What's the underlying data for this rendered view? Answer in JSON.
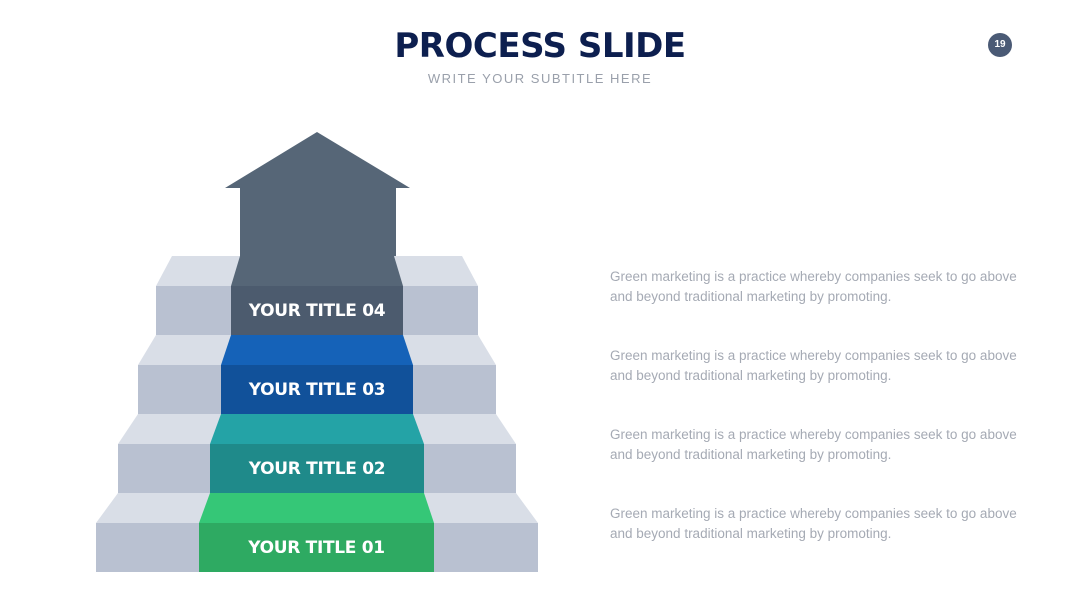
{
  "slide": {
    "title": "PROCESS SLIDE",
    "subtitle": "WRITE YOUR SUBTITLE HERE",
    "page_number": "19"
  },
  "steps": [
    {
      "label": "YOUR TITLE 01",
      "color_front": "#2eaa62",
      "color_top": "#35c777",
      "description": "Green marketing is a practice whereby companies seek to go above and beyond traditional marketing by promoting."
    },
    {
      "label": "YOUR TITLE 02",
      "color_front": "#1f8a8a",
      "color_top": "#24a3a6",
      "description": "Green marketing is a practice whereby companies seek to go above and beyond traditional marketing by promoting."
    },
    {
      "label": "YOUR TITLE 03",
      "color_front": "#11519a",
      "color_top": "#1562b8",
      "description": "Green marketing is a practice whereby companies seek to go above and beyond traditional marketing by promoting."
    },
    {
      "label": "YOUR TITLE 04",
      "color_front": "#4c5b6e",
      "color_top": "#566677",
      "description": "Green marketing is a practice whereby companies seek to go above and beyond traditional marketing by promoting."
    }
  ],
  "colors": {
    "stair_front": "#b9c1d1",
    "stair_top": "#d9dee7",
    "arrow": "#566677",
    "title": "#0d1f4f"
  }
}
